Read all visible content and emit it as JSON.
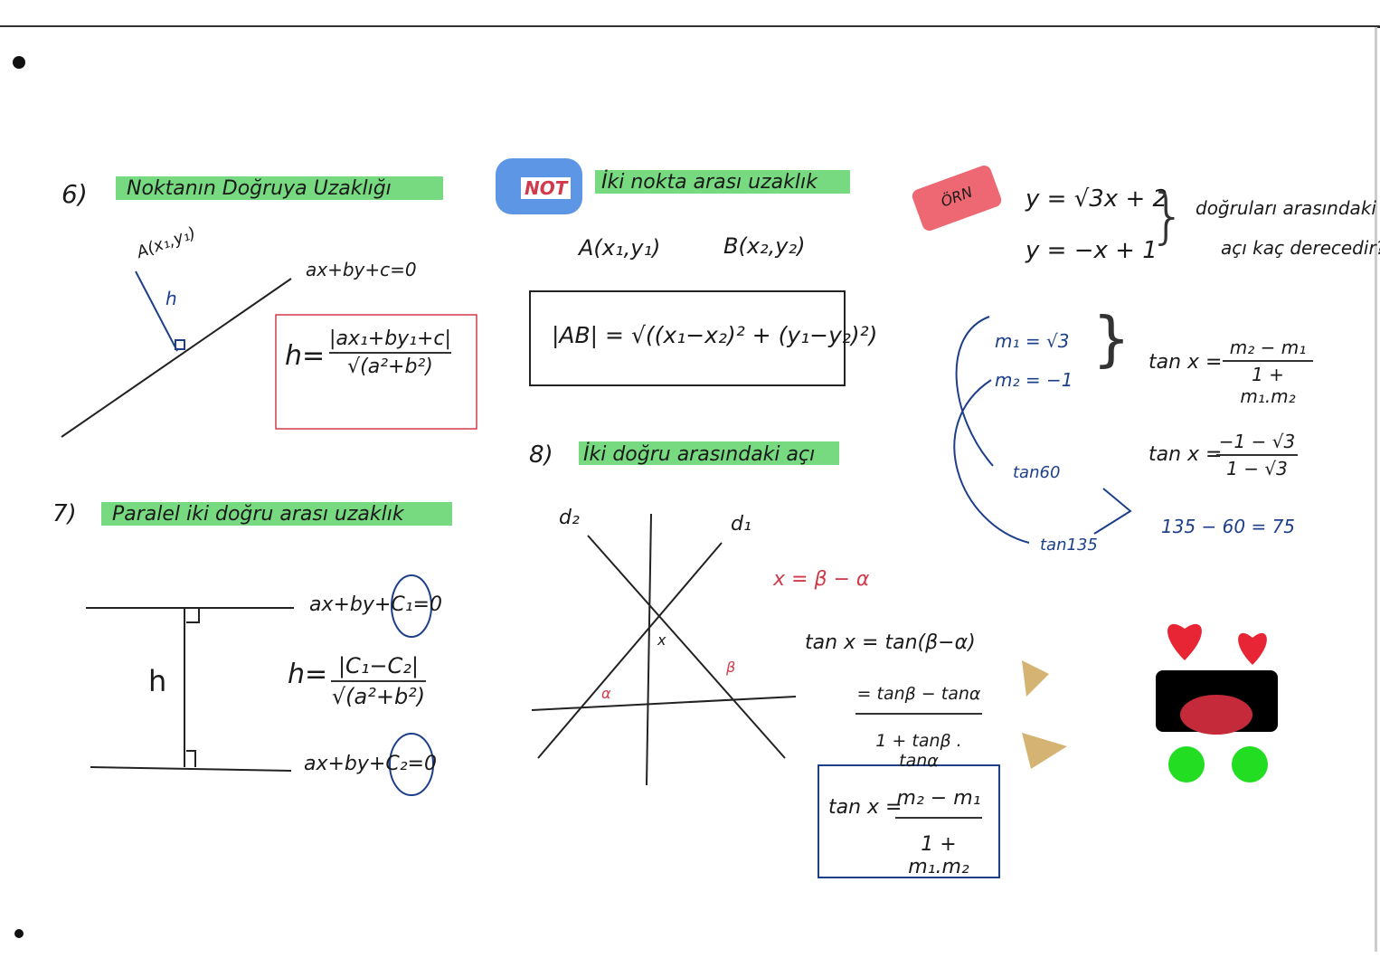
{
  "section6": {
    "number": "6)",
    "title": "Noktanın Doğruya Uzaklığı",
    "point": "A(x₁,y₁)",
    "h_label": "h",
    "line_eq": "ax+by+c=0",
    "formula_lhs": "h=",
    "formula_num": "|ax₁+by₁+c|",
    "formula_den": "√(a²+b²)"
  },
  "note": {
    "badge": "NOT",
    "title": "İki nokta arası uzaklık",
    "point_a": "A(x₁,y₁)",
    "point_b": "B(x₂,y₂)",
    "formula": "|AB| = √((x₁−x₂)² + (y₁−y₂)²)"
  },
  "question": {
    "badge": "ÖRN",
    "eq1": "y = √3x + 2",
    "eq2": "y = −x + 1",
    "prompt_line1": "doğruları arasındaki",
    "prompt_line2": "açı kaç derecedir?",
    "m1": "m₁ = √3",
    "m2": "m₂ = −1",
    "tan_label": "tan x =",
    "tan_num": "m₂ − m₁",
    "tan_den": "1 + m₁.m₂",
    "tan2_label": "tan x =",
    "tan2_num": "−1 − √3",
    "tan2_den": "1 − √3",
    "tan60": "tan60",
    "tan135": "tan135",
    "result": "135 − 60 = 75"
  },
  "section7": {
    "number": "7)",
    "title": "Paralel iki doğru arası uzaklık",
    "h_label": "h",
    "line1": "ax+by+C₁=0",
    "line2": "ax+by+C₂=0",
    "formula_lhs": "h=",
    "formula_num": "|C₁−C₂|",
    "formula_den": "√(a²+b²)"
  },
  "section8": {
    "number": "8)",
    "title": "İki doğru arasındaki açı",
    "d1": "d₁",
    "d2": "d₂",
    "x_label": "x",
    "alpha": "α",
    "beta": "β",
    "angle_eq": "x = β − α",
    "step1": "tan x = tan(β−α)",
    "step2_num": "= tanβ − tanα",
    "step2_den": "1 + tanβ . tanα",
    "final_lhs": "tan x =",
    "final_num": "m₂ − m₁",
    "final_den": "1 + m₁.m₂"
  },
  "colors": {
    "highlight": "#5fd36a",
    "ink_blue": "#1d3f8a",
    "ink_red": "#d03a4a",
    "ink_black": "#1a1a1a"
  }
}
